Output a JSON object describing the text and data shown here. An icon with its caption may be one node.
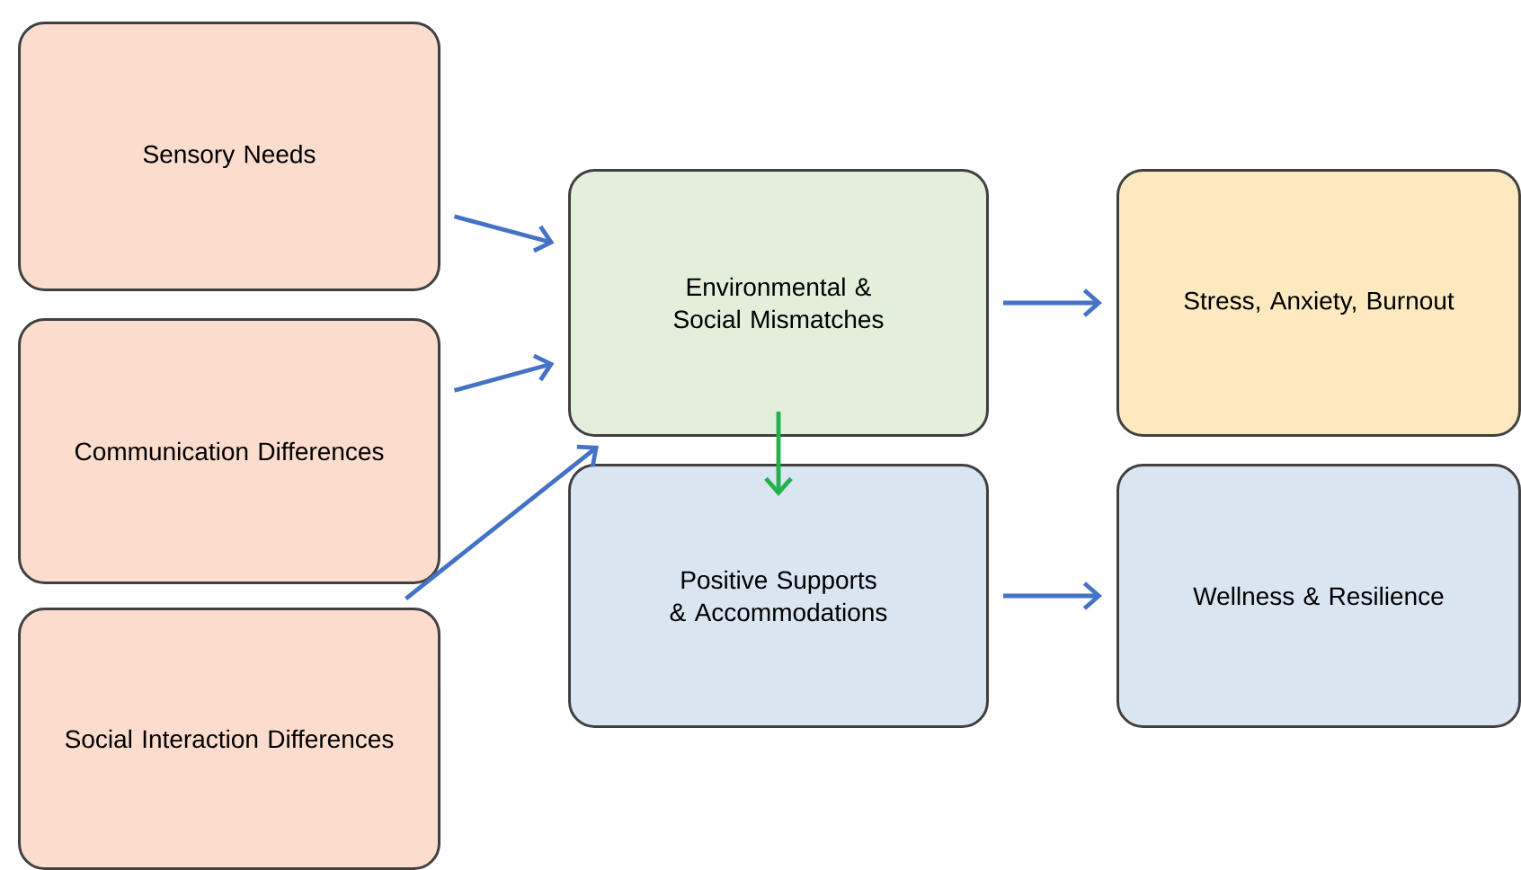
{
  "diagram": {
    "nodes": [
      {
        "text": [
          "Sensory Needs"
        ]
      },
      {
        "text": [
          "Communication Differences"
        ]
      },
      {
        "text": [
          "Social Interaction Differences"
        ]
      },
      {
        "text": [
          "Environmental & Social Mismatches"
        ]
      },
      {
        "text": [
          "Stress, Anxiety, Burnout"
        ]
      },
      {
        "text": [
          "Positive Supports & Accommodations"
        ]
      },
      {
        "text": [
          "Wellness & Resilience"
        ]
      }
    ],
    "edges": [
      {
        "from": 0,
        "to": 3,
        "arrow": "to"
      },
      {
        "from": 1,
        "to": 3,
        "arrow": "to"
      },
      {
        "from": 2,
        "to": 3,
        "arrow": "to"
      },
      {
        "from": 3,
        "to": 4,
        "arrow": "to"
      },
      {
        "from": 3,
        "to": 5,
        "arrow": "to",
        "color": "#22b14c"
      },
      {
        "from": 5,
        "to": 6,
        "arrow": "to"
      }
    ]
  }
}
